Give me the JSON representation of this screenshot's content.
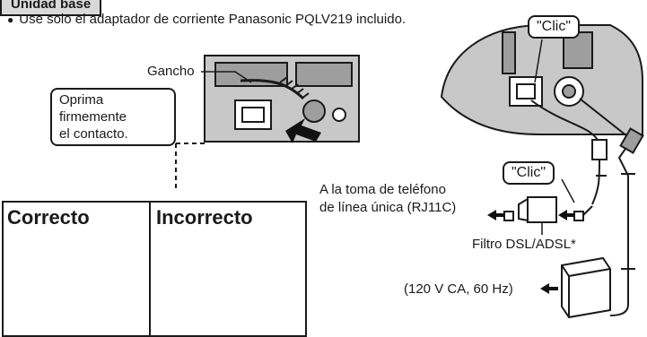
{
  "header": {
    "title": "Unidad base"
  },
  "instruction": {
    "bullet": "●",
    "text": "Use solo el adaptador de corriente Panasonic PQLV219 incluido."
  },
  "labels": {
    "gancho": "Gancho",
    "press_line1": "Oprima",
    "press_line2": "firmemente",
    "press_line3": "el contacto.",
    "click_top": "\"Clic\"",
    "click_filter": "\"Clic\"",
    "wall_jack_line1": "A la toma de teléfono",
    "wall_jack_line2": "de línea única (RJ11C)",
    "filter": "Filtro DSL/ADSL*",
    "power": "(120 V CA, 60 Hz)"
  },
  "panels": {
    "correct": "Correcto",
    "incorrect": "Incorrecto"
  }
}
